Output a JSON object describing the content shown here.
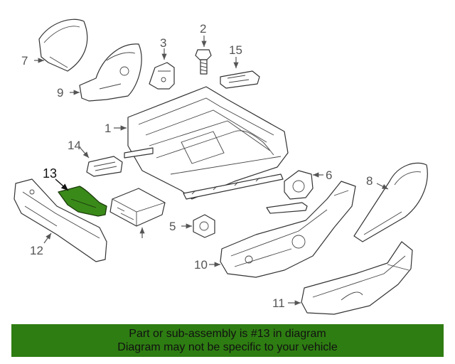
{
  "diagram": {
    "highlight_color": "#3a8a1a",
    "callouts": {
      "c1": "1",
      "c2": "2",
      "c3": "3",
      "c5": "5",
      "c6": "6",
      "c7": "7",
      "c8": "8",
      "c9": "9",
      "c10": "10",
      "c11": "11",
      "c12": "12",
      "c13": "13",
      "c14": "14",
      "c15": "15"
    }
  },
  "banner": {
    "line1": "Part or sub-assembly is #13 in diagram",
    "line2": "Diagram may not be specific to your vehicle",
    "color": "#2e7d12"
  }
}
